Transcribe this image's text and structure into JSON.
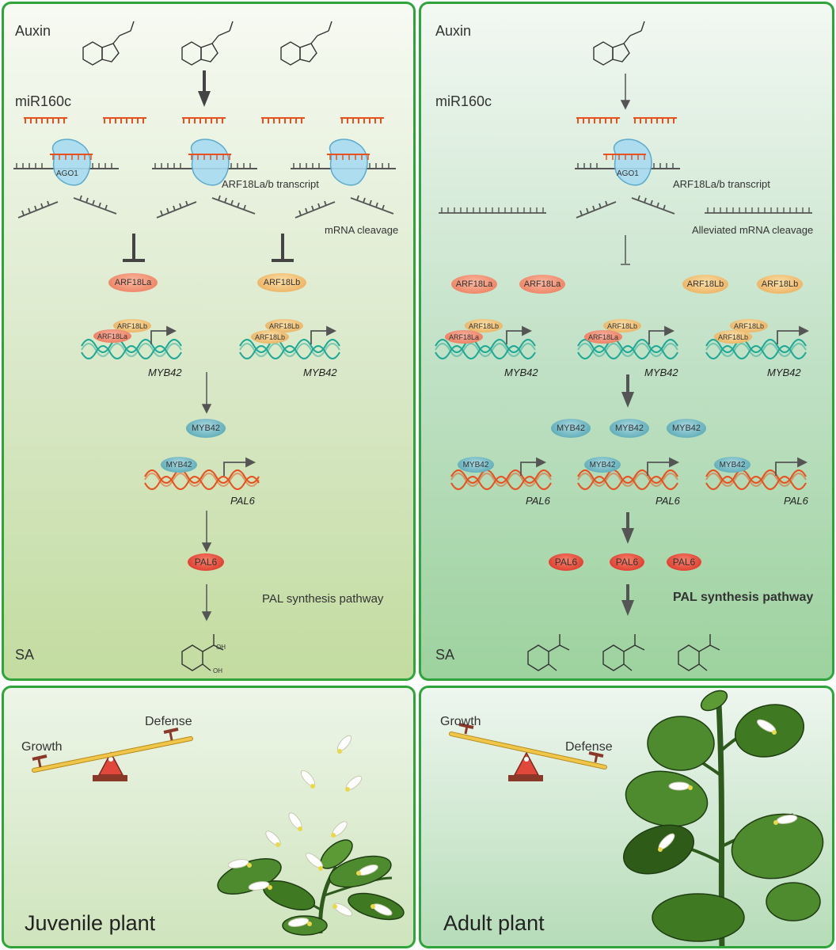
{
  "left_top": {
    "auxin": "Auxin",
    "mir": "miR160c",
    "ago": "AGO1",
    "transcript": "ARF18La/b transcript",
    "cleavage": "mRNA cleavage",
    "arf_a": "ARF18La",
    "arf_b": "ARF18Lb",
    "gene_myb": "MYB42",
    "myb": "MYB42",
    "gene_pal": "PAL6",
    "pal": "PAL6",
    "pathway": "PAL synthesis pathway",
    "sa": "SA"
  },
  "right_top": {
    "auxin": "Auxin",
    "mir": "miR160c",
    "ago": "AGO1",
    "transcript": "ARF18La/b transcript",
    "cleavage": "Alleviated mRNA cleavage",
    "arf_a": "ARF18La",
    "arf_b": "ARF18Lb",
    "gene_myb": "MYB42",
    "myb": "MYB42",
    "gene_pal": "PAL6",
    "pal": "PAL6",
    "pathway": "PAL synthesis pathway",
    "sa": "SA"
  },
  "left_bottom": {
    "growth": "Growth",
    "defense": "Defense",
    "stage": "Juvenile plant"
  },
  "right_bottom": {
    "growth": "Growth",
    "defense": "Defense",
    "stage": "Adult plant"
  },
  "colors": {
    "border": "#2ea43a",
    "mirna": "#e8501e",
    "dna_myb": "#1ea896",
    "dna_pal": "#e8501e",
    "pal": "#d9281e",
    "myb": "#4aa0ac"
  }
}
